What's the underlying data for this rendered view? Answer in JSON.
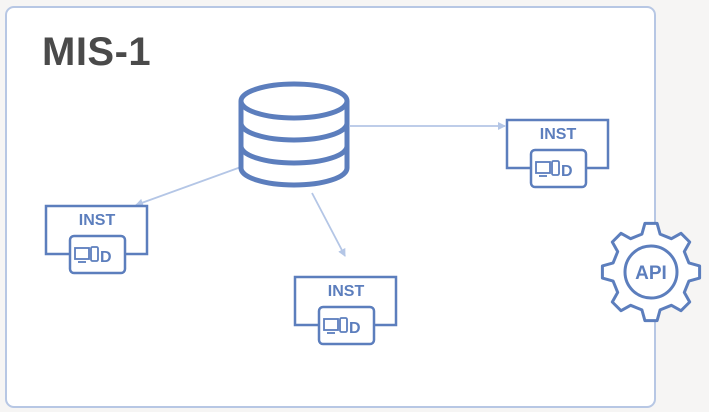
{
  "diagram": {
    "title": "MIS-1",
    "instance_label": "INST",
    "device_letter": "D",
    "api_label": "API",
    "colors": {
      "stroke": "#5c7ebd",
      "frame_border": "#b7c7e4",
      "arrow": "#b4c6e6",
      "title": "#4a4a4a",
      "background": "#f6f5f4"
    },
    "icons": [
      "database-icon",
      "monitor-icon",
      "phone-icon",
      "gear-icon"
    ]
  }
}
